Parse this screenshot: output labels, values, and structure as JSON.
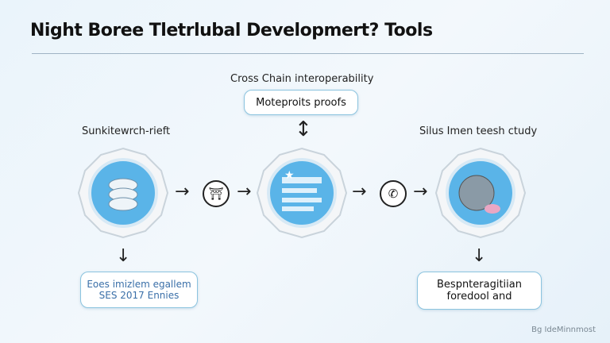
{
  "title": "Night Boree Tletrlubal Developmert? Tools",
  "top": {
    "label": "Cross Chain interoperability",
    "box": "Moteproits proofs"
  },
  "left": {
    "label": "Sunkitewrch-rieft",
    "box_line1": "Eoes imizlem egallem",
    "box_line2": "SES 2017 Ennies"
  },
  "right": {
    "label": "Silus Imen teesh ctudy",
    "box_line1": "Bespnteragitiian",
    "box_line2": "foredool and"
  },
  "credit": "Bg IdeMinnmost",
  "colors": {
    "accent": "#5ab4e8",
    "border": "#8cc4df"
  }
}
